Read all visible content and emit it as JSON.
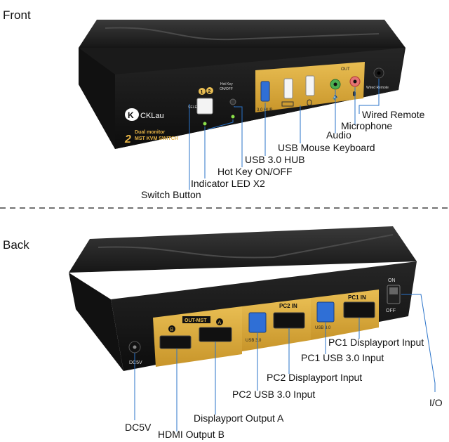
{
  "sections": {
    "front": "Front",
    "back": "Back"
  },
  "brand": {
    "logo": "CKLau",
    "subtitle_line1": "Dual monitor",
    "subtitle_line2": "MST KVM SWITCH",
    "prefix": "2"
  },
  "front_panel": {
    "select_label": "SELECT",
    "pc_numbers": [
      "1",
      "2"
    ],
    "hotkey_label_line1": "Hot Key",
    "hotkey_label_line2": "ON/OFF",
    "usb_hub_label": "3.0 HUB",
    "out_label": "OUT",
    "wired_remote_small": "Wired Remote"
  },
  "back_panel": {
    "out_mst": "OUT-MST",
    "port_a": "A",
    "port_b": "B",
    "pc2_in": "PC2 IN",
    "pc1_in": "PC1 IN",
    "usb30_a": "USB 3.0",
    "usb30_b": "USB 3.0",
    "on": "ON",
    "off": "OFF",
    "dc5v_small": "DC5V"
  },
  "front_callouts": [
    "Wired Remote",
    "Microphone",
    "Audio",
    "USB Mouse Keyboard",
    "USB 3.0 HUB",
    "Hot Key ON/OFF",
    "Indicator LED X2",
    "Switch Button"
  ],
  "back_callouts": [
    "PC1 Displayport Input",
    "PC1 USB 3.0 Input",
    "PC2 Displayport Input",
    "PC2 USB 3.0 Input",
    "Displayport Output  A",
    "DC5V",
    "HDMI Output  B",
    "I/O"
  ],
  "colors": {
    "gold": "#d9a93a",
    "case": "#1c1c1c",
    "lead": "#2a73c9",
    "usb_blue": "#2f6fd6"
  }
}
